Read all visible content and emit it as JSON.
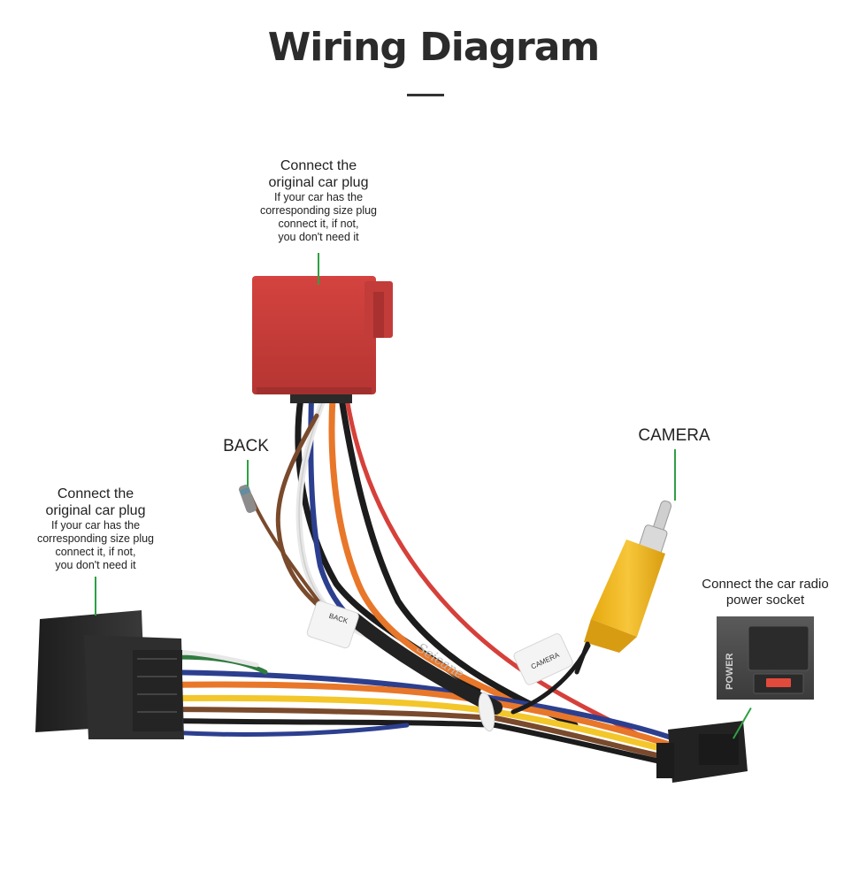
{
  "title": "Wiring Diagram",
  "labels": {
    "top_plug": {
      "heading_line1": "Connect the",
      "heading_line2": "original car plug",
      "note_line1": "If your car has the",
      "note_line2": "corresponding size plug",
      "note_line3": "connect it, if not,",
      "note_line4": "you don't need it"
    },
    "left_plug": {
      "heading_line1": "Connect the",
      "heading_line2": "original car plug",
      "note_line1": "If your car has the",
      "note_line2": "corresponding size plug",
      "note_line3": "connect it, if not,",
      "note_line4": "you don't need it"
    },
    "back": "BACK",
    "camera": "CAMERA",
    "power_socket_line1": "Connect the car radio",
    "power_socket_line2": "power socket"
  },
  "cable_tags": {
    "back_tag": "BACK",
    "camera_tag": "CAMERA",
    "brand": "Seicane",
    "socket_text": "POWER"
  },
  "colors": {
    "title": "#2b2b2b",
    "leader_line": "#2ea043",
    "red_connector": "#c83a38",
    "black_connector": "#2a2a2a",
    "rca_yellow": "#f2b81c",
    "wire_orange": "#e8772a",
    "wire_yellow": "#f3c62a",
    "wire_brown": "#7a4a2c",
    "wire_blue": "#2c3f8f",
    "wire_white": "#e8e8e8",
    "wire_black": "#1c1c1c",
    "wire_red": "#d6403a",
    "wire_green": "#2f7a3f"
  }
}
